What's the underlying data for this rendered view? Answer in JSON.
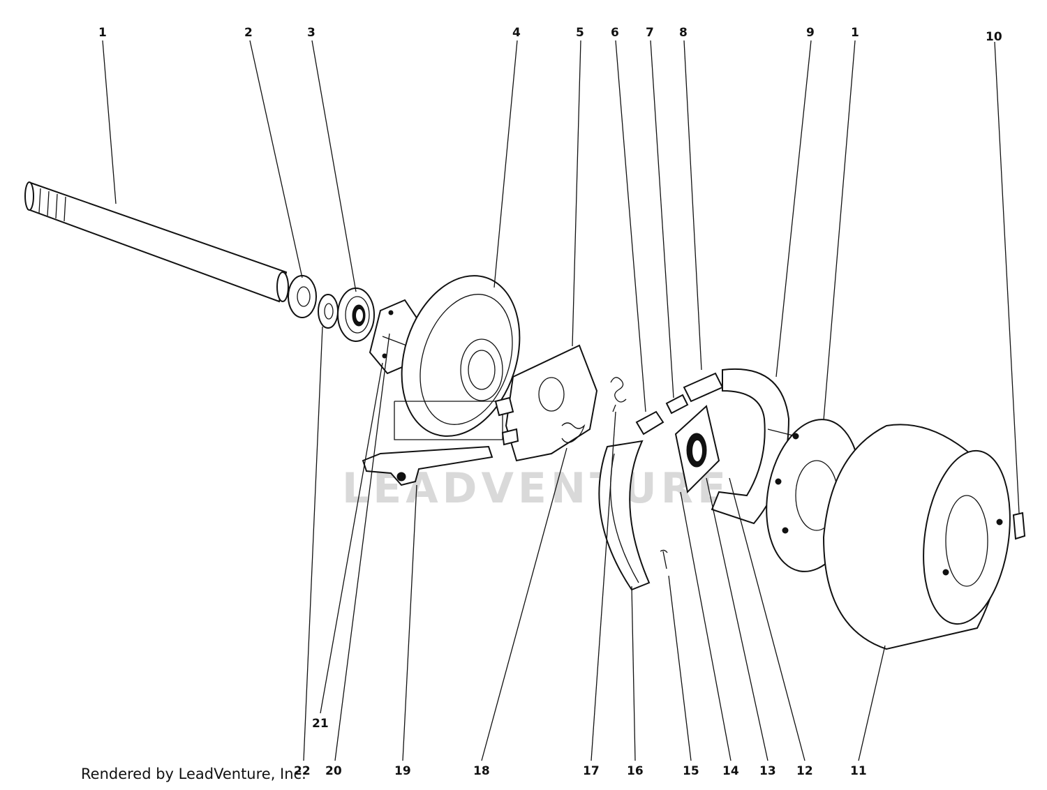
{
  "diagram": {
    "watermark": "LEADVENTURE",
    "callouts": {
      "shaft_top": "1",
      "seal_2": "2",
      "bearing_3": "3",
      "backing_plate_4": "4",
      "bracket_5": "5",
      "spring_6": "6",
      "adjuster_7": "7",
      "cylinder_8": "8",
      "brake_shoe_9": "9",
      "hub_1": "1",
      "fitting_10": "10",
      "drum_11": "11",
      "nut_12": "12",
      "lever_13": "13",
      "plate_14": "14",
      "pin_15": "15",
      "shoe_16": "16",
      "spring_17": "17",
      "spring_18": "18",
      "lever_19": "19",
      "retainer_20": "20",
      "washer_21": "21",
      "spacer_22": "22"
    }
  },
  "footer": {
    "credit": "Rendered by LeadVenture, Inc."
  }
}
